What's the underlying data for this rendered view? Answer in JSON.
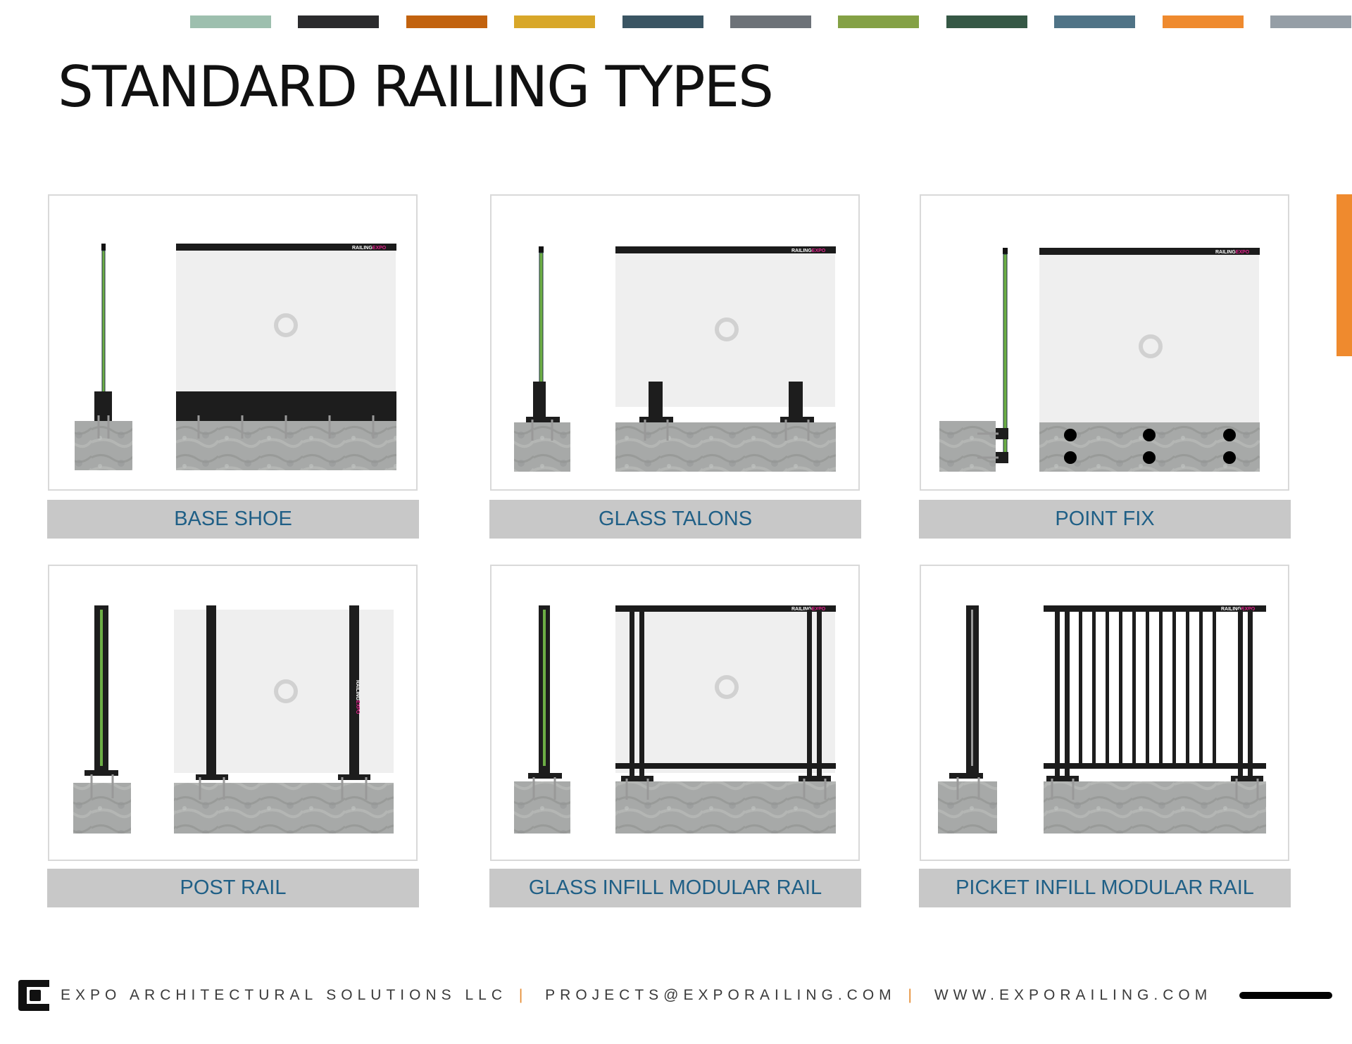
{
  "title": "STANDARD RAILING TYPES",
  "palette": [
    "#9dbfae",
    "#2b2b2d",
    "#c2620e",
    "#d8a729",
    "#3a5563",
    "#6d7278",
    "#84a145",
    "#355845",
    "#4f7386",
    "#ef8a2e",
    "#959ea6"
  ],
  "accent_tab_color": "#ef8a2e",
  "brand": {
    "railing": "RAILING",
    "expo": "EXPO"
  },
  "railing_types": [
    {
      "id": "base-shoe",
      "label": "BASE SHOE"
    },
    {
      "id": "glass-talons",
      "label": "GLASS TALONS"
    },
    {
      "id": "point-fix",
      "label": "POINT FIX"
    },
    {
      "id": "post-rail",
      "label": "POST RAIL"
    },
    {
      "id": "glass-infill-modular-rail",
      "label": "GLASS INFILL MODULAR RAIL"
    },
    {
      "id": "picket-infill-modular-rail",
      "label": "PICKET INFILL MODULAR RAIL"
    }
  ],
  "footer": {
    "company": "EXPO ARCHITECTURAL SOLUTIONS LLC",
    "separator": "|",
    "email": "PROJECTS@EXPORAILING.COM",
    "website": "WWW.EXPORAILING.COM"
  }
}
